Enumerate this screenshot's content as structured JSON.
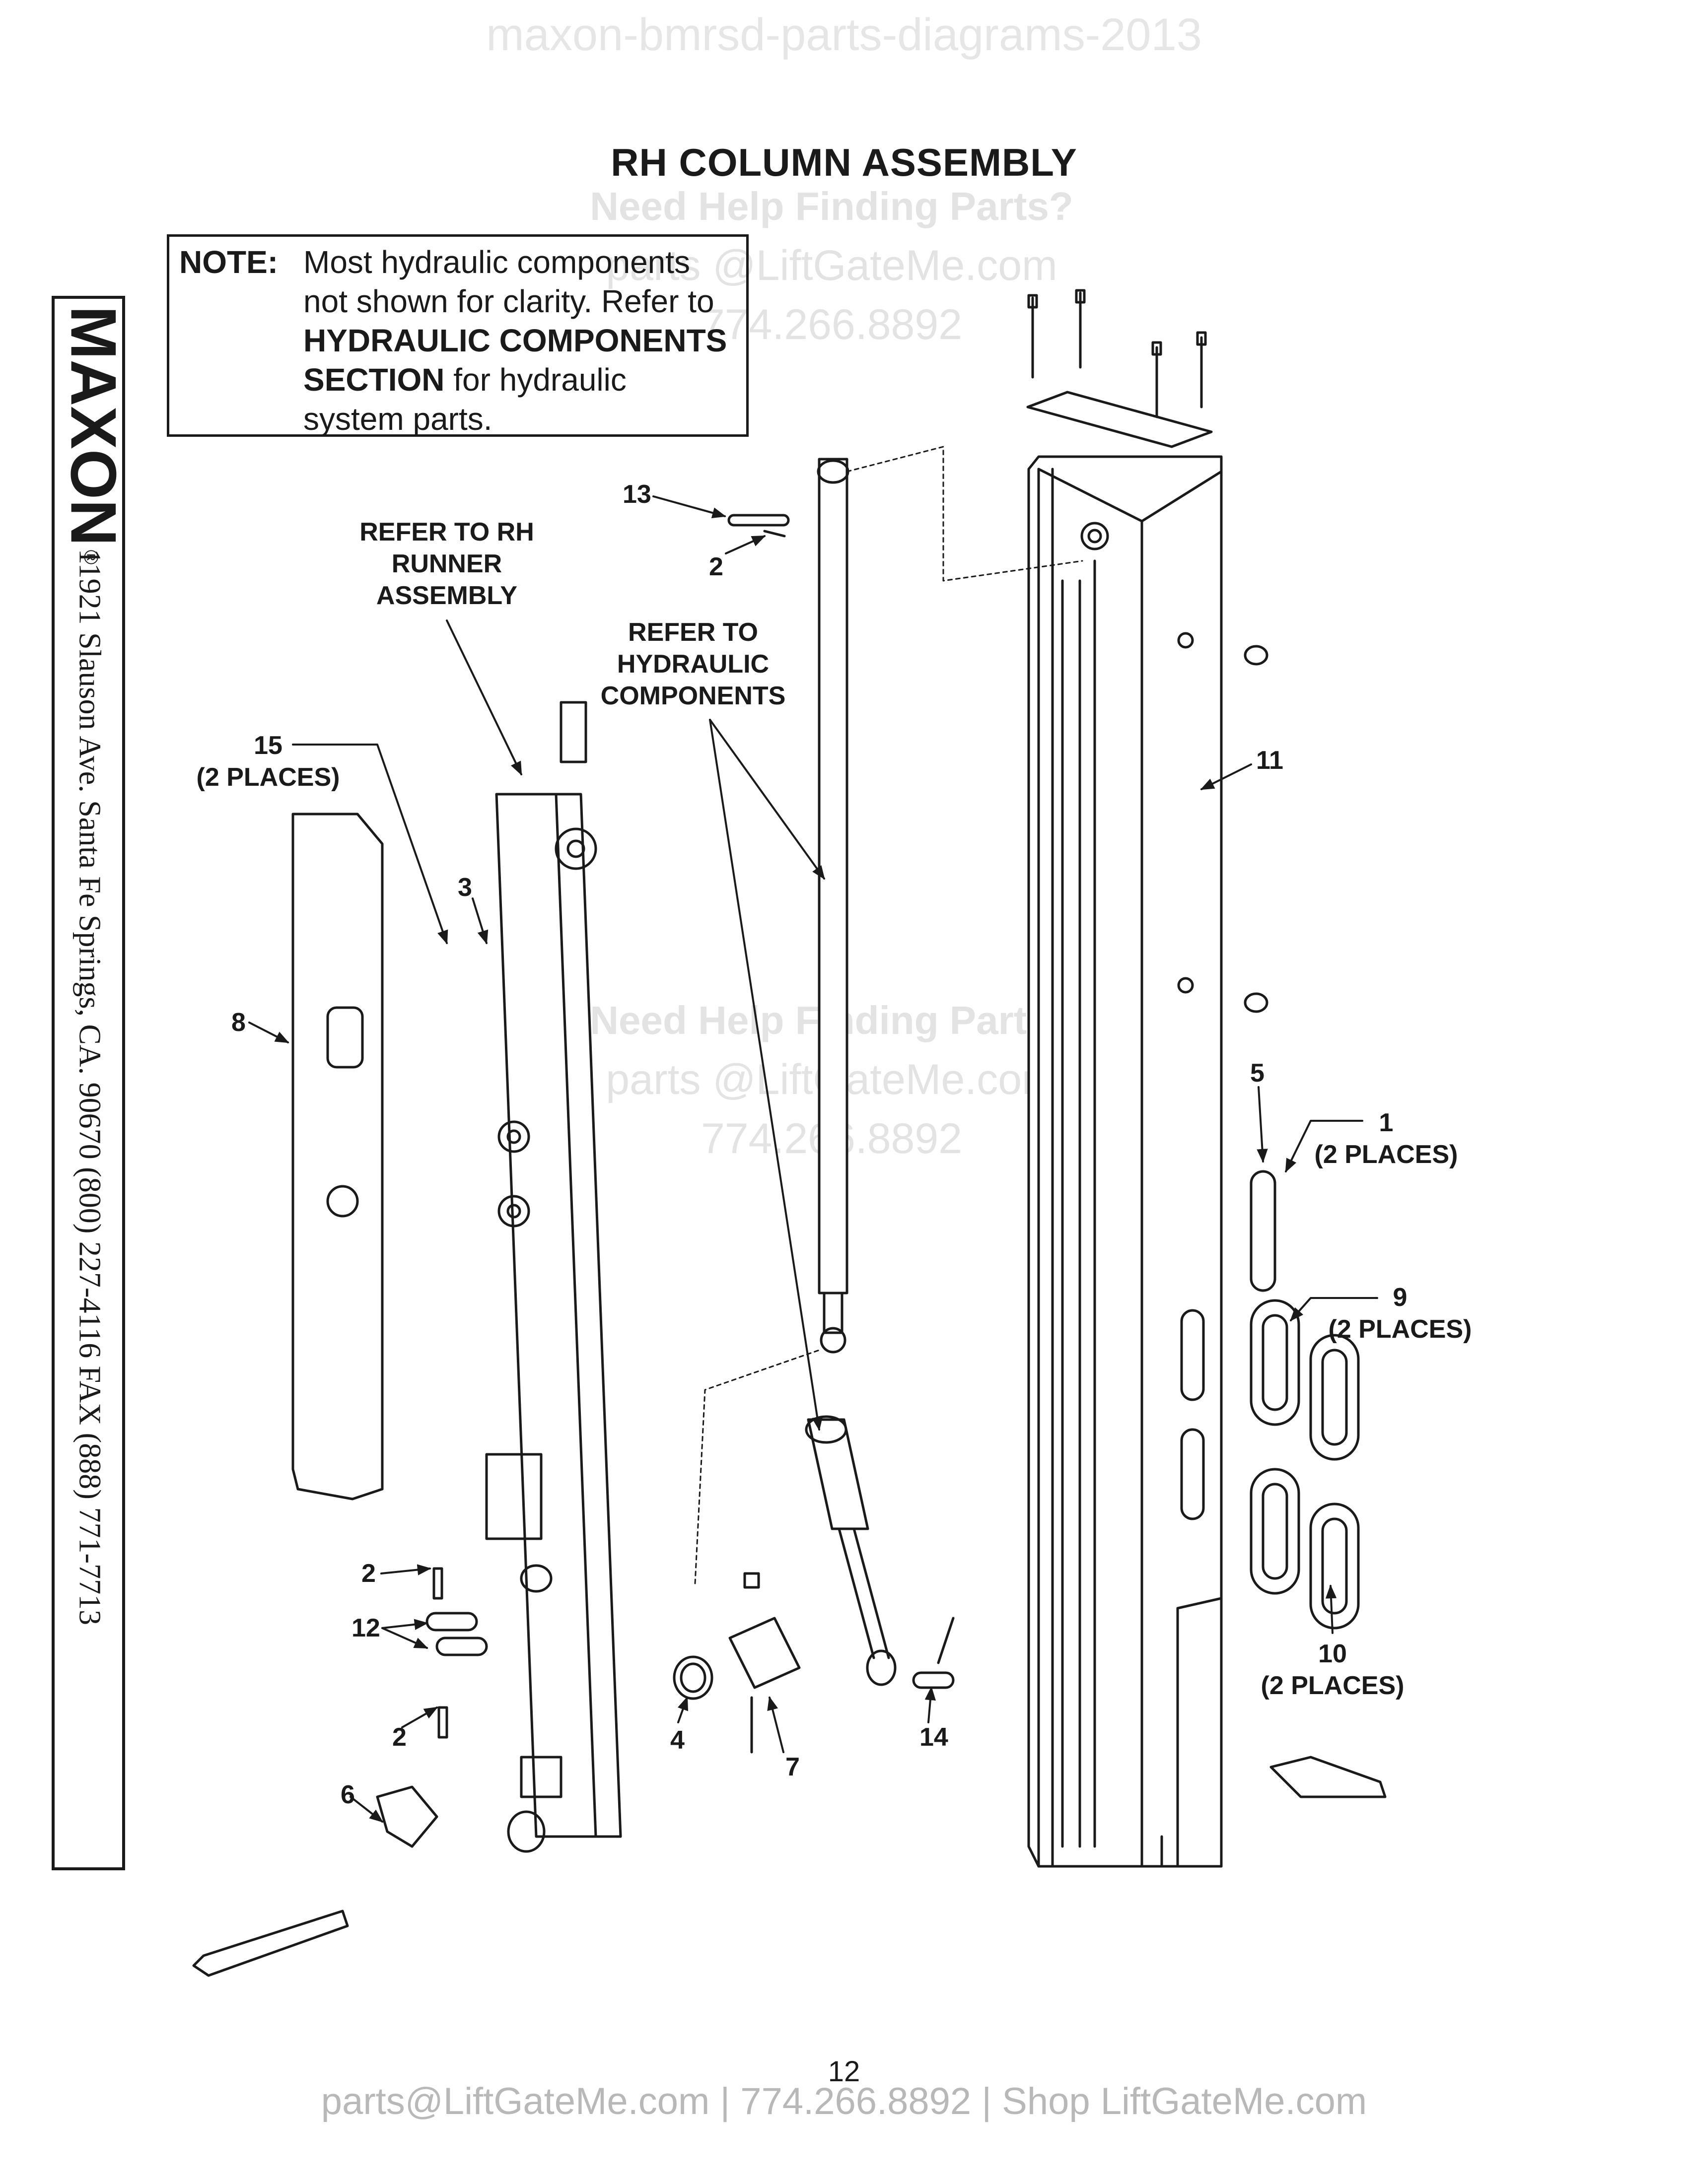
{
  "watermark_top": "maxon-bmrsd-parts-diagrams-2013",
  "title": "RH COLUMN ASSEMBLY",
  "watermarks": [
    {
      "heading": "Need Help Finding Parts?",
      "email": "parts @LiftGateMe.com",
      "phone": "774.266.8892"
    },
    {
      "heading": "Need Help Finding Parts?",
      "email": "parts @LiftGateMe.com",
      "phone": "774.266.8892"
    }
  ],
  "note": {
    "label": "NOTE:",
    "line1": "Most hydraulic components",
    "line2": "not shown for clarity. Refer to",
    "bold1": "HYDRAULIC COMPONENTS",
    "bold2": "SECTION",
    "line3_rest": " for hydraulic",
    "line4": "system parts."
  },
  "brand": {
    "logo_text": "MAXON",
    "registered": "®"
  },
  "address": "11921 Slauson Ave.  Santa Fe Springs, CA.  90670  (800) 227-4116  FAX (888) 771-7713",
  "callouts": {
    "refer_runner": [
      "REFER TO RH",
      "RUNNER",
      "ASSEMBLY"
    ],
    "refer_hydraulic": [
      "REFER TO",
      "HYDRAULIC",
      "COMPONENTS"
    ],
    "c15": {
      "num": "15",
      "qty": "(2 PLACES)"
    },
    "c13": "13",
    "c2a": "2",
    "c11": "11",
    "c3": "3",
    "c8": "8",
    "c5": "5",
    "c1": {
      "num": "1",
      "qty": "(2 PLACES)"
    },
    "c9": {
      "num": "9",
      "qty": "(2 PLACES)"
    },
    "c10": {
      "num": "10",
      "qty": "(2 PLACES)"
    },
    "c2b": "2",
    "c12": "12",
    "c2c": "2",
    "c4": "4",
    "c7": "7",
    "c14": "14",
    "c6": "6"
  },
  "page_number": "12",
  "footer": "parts@LiftGateMe.com | 774.266.8892 | Shop LiftGateMe.com"
}
